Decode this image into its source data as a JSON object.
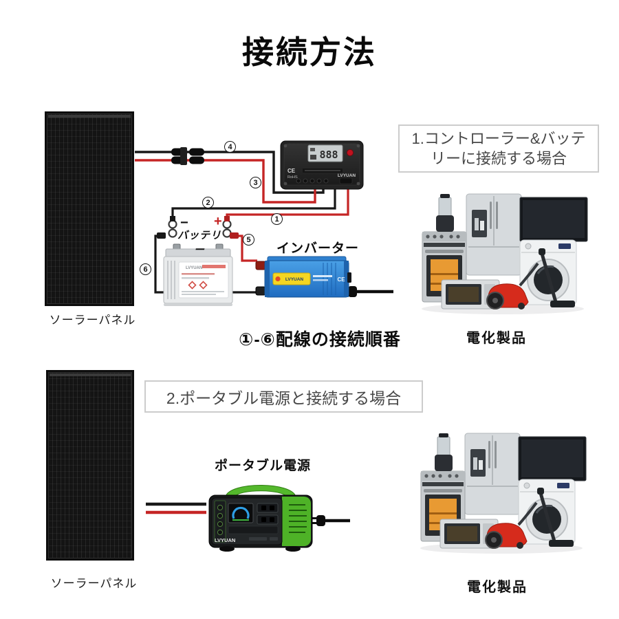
{
  "title": "接続方法",
  "section1": {
    "heading": "1.コントローラー&バッテリーに接続する場合",
    "solar_panel_caption": "ソーラーパネル",
    "appliances_caption": "電化製品",
    "order_caption": "①-⑥配線の接続順番",
    "battery": {
      "label": "バッテリー",
      "minus": "−",
      "plus": "+",
      "brand": "LVYUAN"
    },
    "inverter": {
      "label": "インバーター",
      "brand": "LVYUAN"
    },
    "controller": {
      "display": "888",
      "cert_ce": "CE",
      "cert_rohs": "RoHS",
      "brand": "LVYUAN"
    },
    "wire_steps": [
      "1",
      "2",
      "3",
      "4",
      "5",
      "6"
    ]
  },
  "section2": {
    "heading": "2.ポータブル電源と接続する場合",
    "solar_panel_caption": "ソーラーパネル",
    "appliances_caption": "電化製品",
    "power_station": {
      "label": "ポータブル電源",
      "brand": "LVYUAN"
    }
  },
  "colors": {
    "wire_red": "#c52525",
    "wire_black": "#181818",
    "inverter_blue": "#2e86d6",
    "station_green": "#52b82a",
    "vacuum_red": "#d62b1c"
  }
}
